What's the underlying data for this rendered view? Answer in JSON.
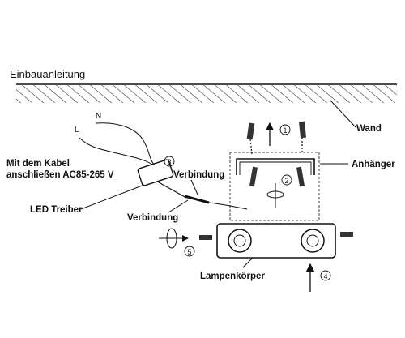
{
  "title": "Einbauanleitung",
  "labels": {
    "wall": "Wand",
    "hanger": "Anhänger",
    "cable_line1": "Mit dem Kabel",
    "cable_line2": "anschließen AC85-265 V",
    "driver": "LED Treiber",
    "connection_upper": "Verbindung",
    "connection_lower": "Verbindung",
    "lamp_body": "Lampenkörper",
    "wire_n": "N",
    "wire_l": "L"
  },
  "steps": {
    "one": "①",
    "two": "②",
    "three": "③",
    "four": "④",
    "five": "⑤"
  },
  "colors": {
    "ink": "#111111",
    "background": "#ffffff"
  }
}
